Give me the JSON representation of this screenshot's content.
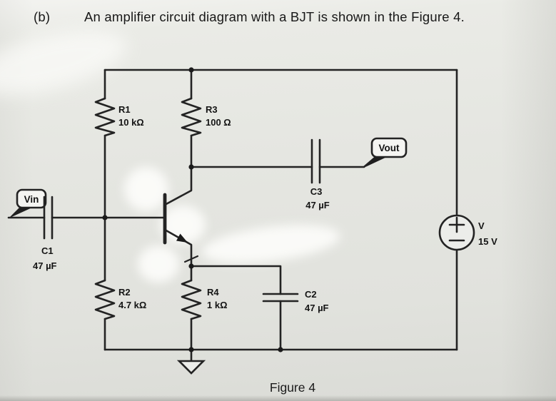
{
  "header": {
    "item": "(b)",
    "title": "An amplifier circuit diagram with a BJT is shown in the Figure 4."
  },
  "components": {
    "r1": {
      "ref": "R1",
      "value": "10 kΩ"
    },
    "r2": {
      "ref": "R2",
      "value": "4.7 kΩ"
    },
    "r3": {
      "ref": "R3",
      "value": "100 Ω"
    },
    "r4": {
      "ref": "R4",
      "value": "1 kΩ"
    },
    "c1": {
      "ref": "C1",
      "value": "47 µF"
    },
    "c2": {
      "ref": "C2",
      "value": "47 µF"
    },
    "c3": {
      "ref": "C3",
      "value": "47 µF"
    },
    "source": {
      "ref": "V",
      "value": "15 V"
    },
    "transistor": {
      "type": "BJT",
      "polarity": "NPN"
    }
  },
  "ports": {
    "vin": "Vin",
    "vout": "Vout"
  },
  "caption": "Figure 4",
  "colors": {
    "ink": "#232323",
    "paper": "#e5e6e1"
  }
}
